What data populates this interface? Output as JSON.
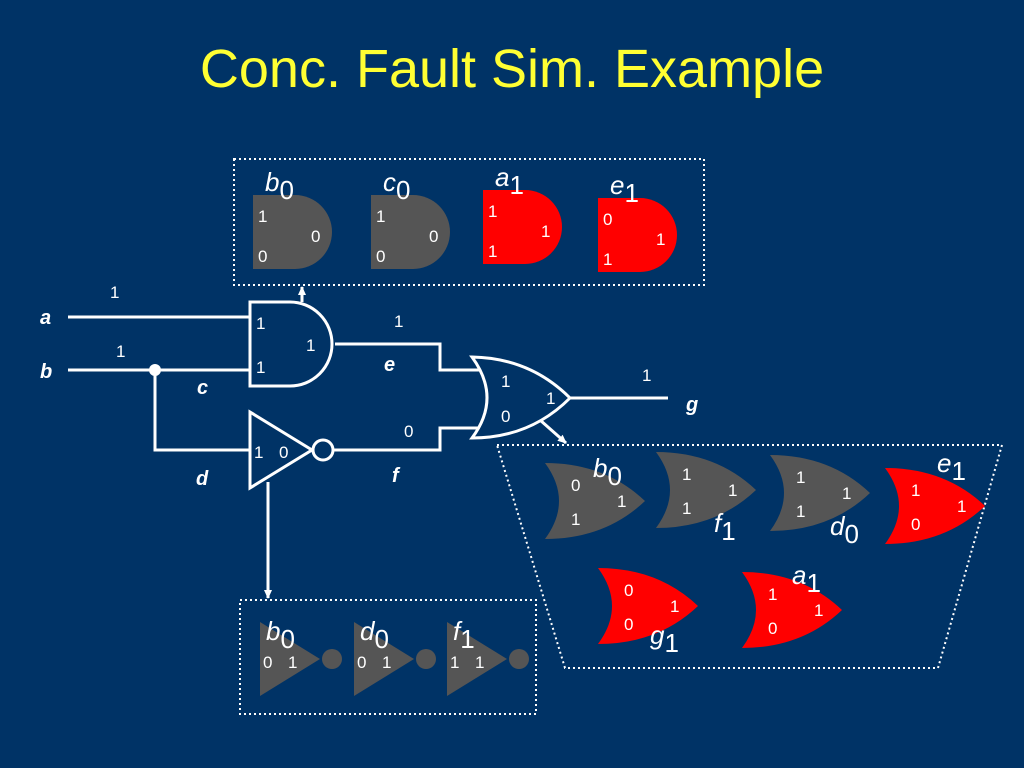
{
  "title": "Conc. Fault Sim. Example",
  "colors": {
    "background": "#003366",
    "title": "#ffff33",
    "wire": "#ffffff",
    "fault_active": "#ff0000",
    "fault_inactive": "#555555"
  },
  "circuit": {
    "wires": {
      "a": "a",
      "b": "b",
      "c": "c",
      "d": "d",
      "e": "e",
      "f": "f",
      "g": "g"
    },
    "values": {
      "a": "1",
      "b": "1",
      "e": "1",
      "f": "0",
      "g": "1"
    },
    "and_gate": {
      "in1": "1",
      "in2": "1",
      "out": "1"
    },
    "not_gate": {
      "in": "1",
      "out": "0"
    },
    "or_gate": {
      "in1": "1",
      "in2": "0",
      "out": "1"
    }
  },
  "and_fault_list": [
    {
      "label": "b",
      "sub": "0",
      "in1": "1",
      "in2": "0",
      "out": "0",
      "status": "inactive"
    },
    {
      "label": "c",
      "sub": "0",
      "in1": "1",
      "in2": "0",
      "out": "0",
      "status": "inactive"
    },
    {
      "label": "a",
      "sub": "1",
      "in1": "1",
      "in2": "1",
      "out": "1",
      "status": "active"
    },
    {
      "label": "e",
      "sub": "1",
      "in1": "0",
      "in2": "1",
      "out": "1",
      "status": "active"
    }
  ],
  "not_fault_list": [
    {
      "label": "b",
      "sub": "0",
      "in": "0",
      "out": "1",
      "status": "inactive"
    },
    {
      "label": "d",
      "sub": "0",
      "in": "0",
      "out": "1",
      "status": "inactive"
    },
    {
      "label": "f",
      "sub": "1",
      "in": "1",
      "out": "1",
      "status": "inactive"
    }
  ],
  "or_fault_list": [
    {
      "label": "b",
      "sub": "0",
      "in1": "0",
      "in2": "1",
      "out": "1",
      "status": "inactive"
    },
    {
      "label": "f",
      "sub": "1",
      "in1": "1",
      "in2": "1",
      "out": "1",
      "status": "inactive"
    },
    {
      "label": "d",
      "sub": "0",
      "in1": "1",
      "in2": "1",
      "out": "1",
      "status": "inactive"
    },
    {
      "label": "e",
      "sub": "1",
      "in1": "1",
      "in2": "0",
      "out": "1",
      "status": "active"
    },
    {
      "label": "g",
      "sub": "1",
      "in1": "0",
      "in2": "0",
      "out": "1",
      "status": "active"
    },
    {
      "label": "a",
      "sub": "1",
      "in1": "1",
      "in2": "0",
      "out": "1",
      "status": "active"
    }
  ]
}
